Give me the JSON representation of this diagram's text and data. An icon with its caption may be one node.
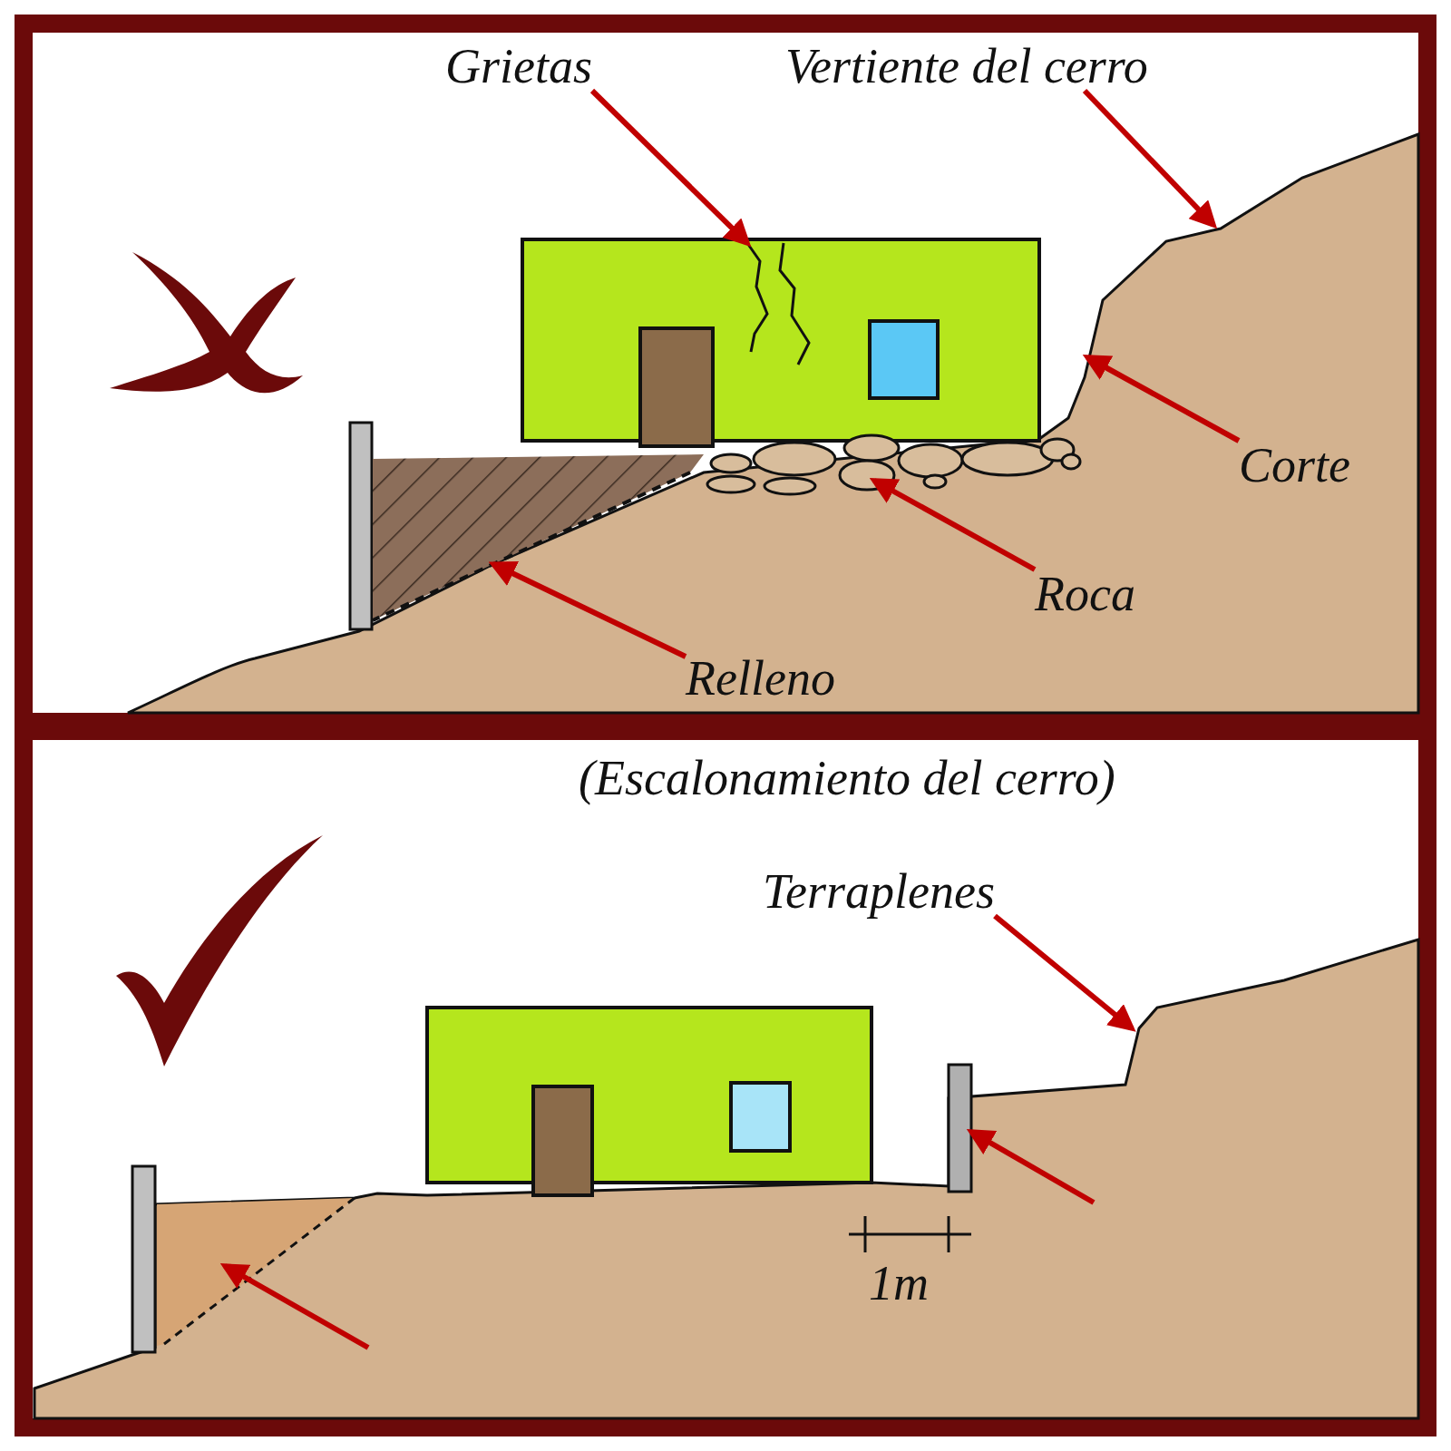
{
  "diagram": {
    "nodes": [
      {
        "text": [
          "Grietas"
        ]
      },
      {
        "text": [],
        "shape": "picture"
      },
      {
        "text": [
          "Vertiente del cerro"
        ]
      },
      {
        "text": [
          "Corte"
        ]
      },
      {
        "text": [
          "Roca"
        ]
      },
      {
        "text": [],
        "shape": "picture"
      },
      {
        "text": [
          "Relleno"
        ]
      },
      {
        "text": [],
        "shape": "picture"
      },
      {
        "text": [
          "Terraplenes"
        ]
      },
      {
        "text": [],
        "shape": "bar"
      },
      {
        "text": [],
        "shape": "picture"
      }
    ],
    "edges": [
      {
        "from": 0,
        "to": 1,
        "arrow": "to"
      },
      {
        "from": 2,
        "to": null,
        "arrow": "to"
      },
      {
        "from": 3,
        "to": null,
        "arrow": "to"
      },
      {
        "from": 4,
        "to": 5,
        "arrow": "to"
      },
      {
        "from": 6,
        "to": 7,
        "arrow": "to"
      },
      {
        "from": 8,
        "to": null,
        "arrow": "to"
      },
      {
        "from": null,
        "to": 9,
        "arrow": "to"
      },
      {
        "from": null,
        "to": 10,
        "arrow": "to"
      }
    ],
    "labels": [
      "(Escalonamiento del cerro)",
      "1m"
    ]
  }
}
